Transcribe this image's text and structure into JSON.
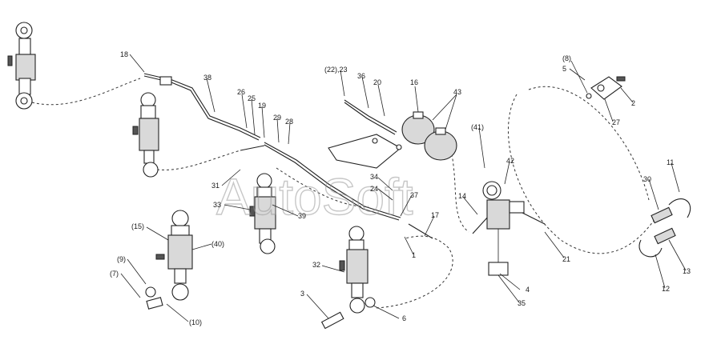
{
  "watermark": "AutoSoft",
  "labels": {
    "l18": "18",
    "l38": "38",
    "l26": "26",
    "l25": "25",
    "l19": "19",
    "l29": "29",
    "l28": "28",
    "l22_23": "(22),23",
    "l36": "36",
    "l20": "20",
    "l16": "16",
    "l43": "43",
    "l41": "(41)",
    "l8": "(8)",
    "l5": "5",
    "l2": "2",
    "l27": "27",
    "l31": "31",
    "l33": "33",
    "l39": "39",
    "l34": "34",
    "l24": "24",
    "l37": "37",
    "l14": "14",
    "l17": "17",
    "l42": "42",
    "l1": "1",
    "l21": "21",
    "l4": "4",
    "l35": "35",
    "l30": "30",
    "l11": "11",
    "l13": "13",
    "l12": "12",
    "l15": "(15)",
    "l40": "(40)",
    "l9": "(9)",
    "l7": "(7)",
    "l10": "(10)",
    "l32": "32",
    "l3": "3",
    "l6": "6"
  }
}
